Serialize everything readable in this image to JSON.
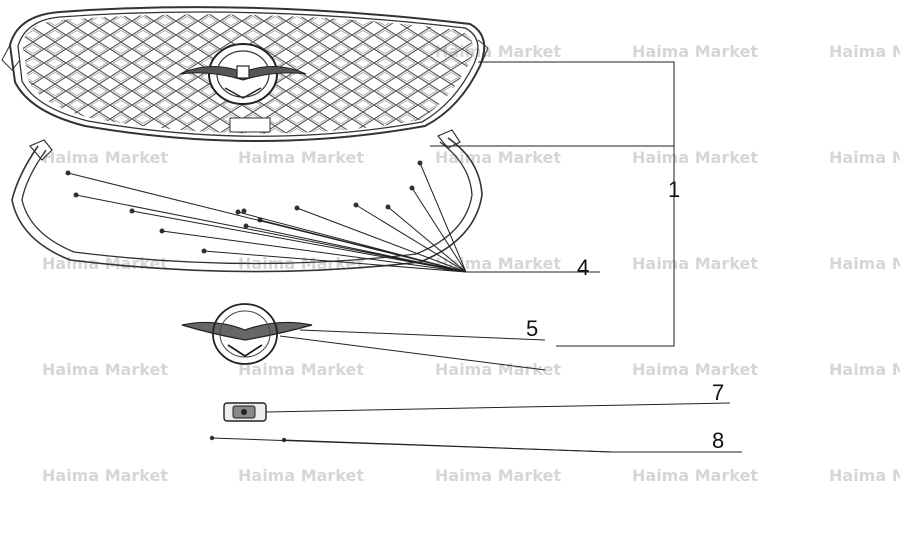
{
  "watermark": {
    "text": "Haima Market",
    "clipped_text": "Haima M"
  },
  "callouts": [
    {
      "id": "1",
      "label": "1"
    },
    {
      "id": "4",
      "label": "4"
    },
    {
      "id": "5",
      "label": "5"
    },
    {
      "id": "7",
      "label": "7"
    },
    {
      "id": "8",
      "label": "8"
    }
  ],
  "colors": {
    "line": "#222222",
    "part_stroke": "#333333",
    "watermark": "#d6d6d6",
    "background": "#ffffff"
  },
  "icons": {
    "grille": "front-grille-icon",
    "trim": "grille-trim-strip-icon",
    "emblem": "winged-emblem-icon",
    "camera": "front-camera-icon",
    "screw": "screw-icon"
  }
}
